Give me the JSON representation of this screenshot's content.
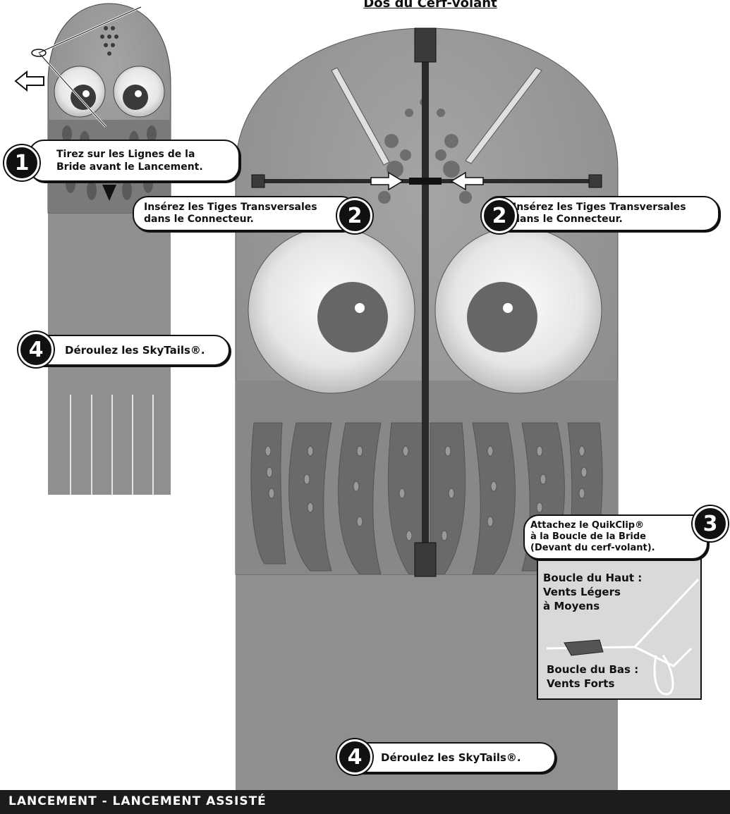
{
  "title": "Dos du Cerf-volant",
  "steps": {
    "step1": {
      "number": "1",
      "text_line1": "Tirez sur les Lignes de la",
      "text_line2": "Bride avant le Lancement."
    },
    "step2_left": {
      "number": "2",
      "text_line1": "Insérez les Tiges Transversales",
      "text_line2": "dans le Connecteur."
    },
    "step2_right": {
      "number": "2",
      "text_line1": "Insérez les Tiges Transversales",
      "text_line2": "dans le Connecteur."
    },
    "step3": {
      "number": "3",
      "text_line1": "Attachez le QuikClip®",
      "text_line2": "à la Boucle de la Bride",
      "text_line3": "(Devant du cerf-volant)."
    },
    "step4_left": {
      "number": "4",
      "text": "Déroulez les SkyTails®."
    },
    "step4_bottom": {
      "number": "4",
      "text": "Déroulez les SkyTails®."
    }
  },
  "loop_inset": {
    "top_line1": "Boucle du Haut :",
    "top_line2": "Vents Légers",
    "top_line3": "à Moyens",
    "bottom_line1": "Boucle du Bas :",
    "bottom_line2": "Vents Forts"
  },
  "footer": {
    "text": "LANCEMENT - LANCEMENT ASSISTÉ"
  },
  "colors": {
    "kite_gray": "#8f8f8f",
    "dark_gray": "#6e6e6e",
    "light_gray": "#b9b9b9",
    "footer_bg": "#1c1c1c"
  }
}
